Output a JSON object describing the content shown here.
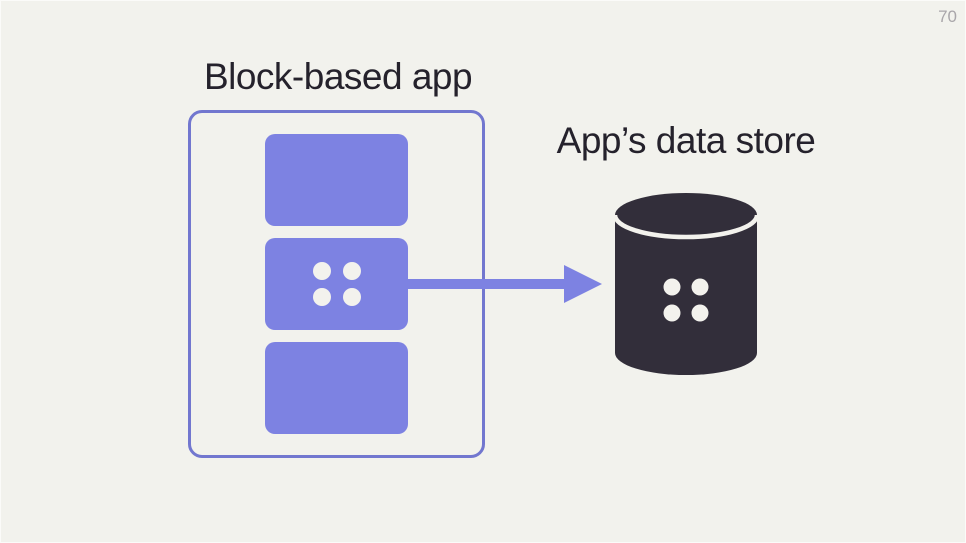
{
  "slide": {
    "number": "70"
  },
  "block_app": {
    "title": "Block-based app",
    "blocks": [
      {
        "id": "block-top",
        "has_dots": false
      },
      {
        "id": "block-middle",
        "has_dots": true
      },
      {
        "id": "block-bottom",
        "has_dots": false
      }
    ],
    "dot_motif": "2x2 white dots"
  },
  "data_store": {
    "title": "App’s data store",
    "icon": "database-cylinder-icon",
    "dot_motif": "2x2 white dots"
  },
  "connection": {
    "type": "arrow-right",
    "from": "block-middle",
    "to": "database-cylinder"
  },
  "colors": {
    "background": "#f2f2ed",
    "accent_purple": "#7d82e2",
    "outline_purple": "#7277cf",
    "dark_ink": "#322e3a",
    "title_text": "#25222c",
    "slide_number": "#a9a6aa",
    "dot_fill": "#f3f2ed"
  }
}
